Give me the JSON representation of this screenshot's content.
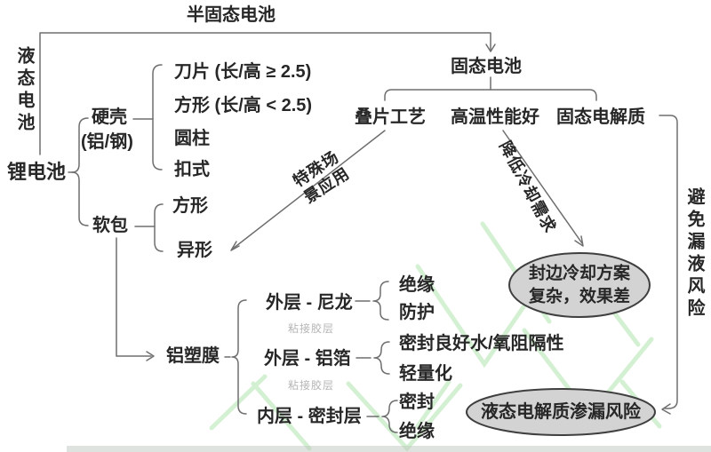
{
  "colors": {
    "text": "#272727",
    "line": "#6e6e6e",
    "muted_text": "#b5b5b5",
    "ellipse_fill": "#d3d3d3",
    "ellipse_stroke": "#3f3f3f",
    "watermark_green": "#7fd47a"
  },
  "root_label": "锂电池",
  "liquid_battery": "液态电池",
  "semi_solid_battery": "半固态电池",
  "solid_battery": "固态电池",
  "hard_shell": {
    "label": "硬壳",
    "material": "(铝/钢)",
    "children": [
      "刀片 (长/高 ≥ 2.5)",
      "方形 (长/高 < 2.5)",
      "圆柱",
      "扣式"
    ]
  },
  "soft_pack": {
    "label": "软包",
    "children": [
      "方形",
      "异形"
    ]
  },
  "al_plastic_film": {
    "label": "铝塑膜",
    "adhesive_label": "粘接胶层",
    "layers": [
      {
        "label": "外层 - 尼龙",
        "children": [
          "绝缘",
          "防护"
        ]
      },
      {
        "label": "外层 - 铝箔",
        "children": [
          "密封良好水/氧阻隔性",
          "轻量化"
        ]
      },
      {
        "label": "内层 - 密封层",
        "children": [
          "密封",
          "绝缘"
        ]
      }
    ]
  },
  "solid_state_children": [
    "叠片工艺",
    "高温性能好",
    "固态电解质"
  ],
  "annotations": {
    "special_scenario_l1": "特殊场",
    "special_scenario_l2": "景应用",
    "reduce_cooling": "降低冷却需求",
    "avoid_leak": "避免漏液风险"
  },
  "callouts": {
    "cooling_l1": "封边冷却方案",
    "cooling_l2": "复杂，效果差",
    "leak": "液态电解质渗漏风险"
  }
}
